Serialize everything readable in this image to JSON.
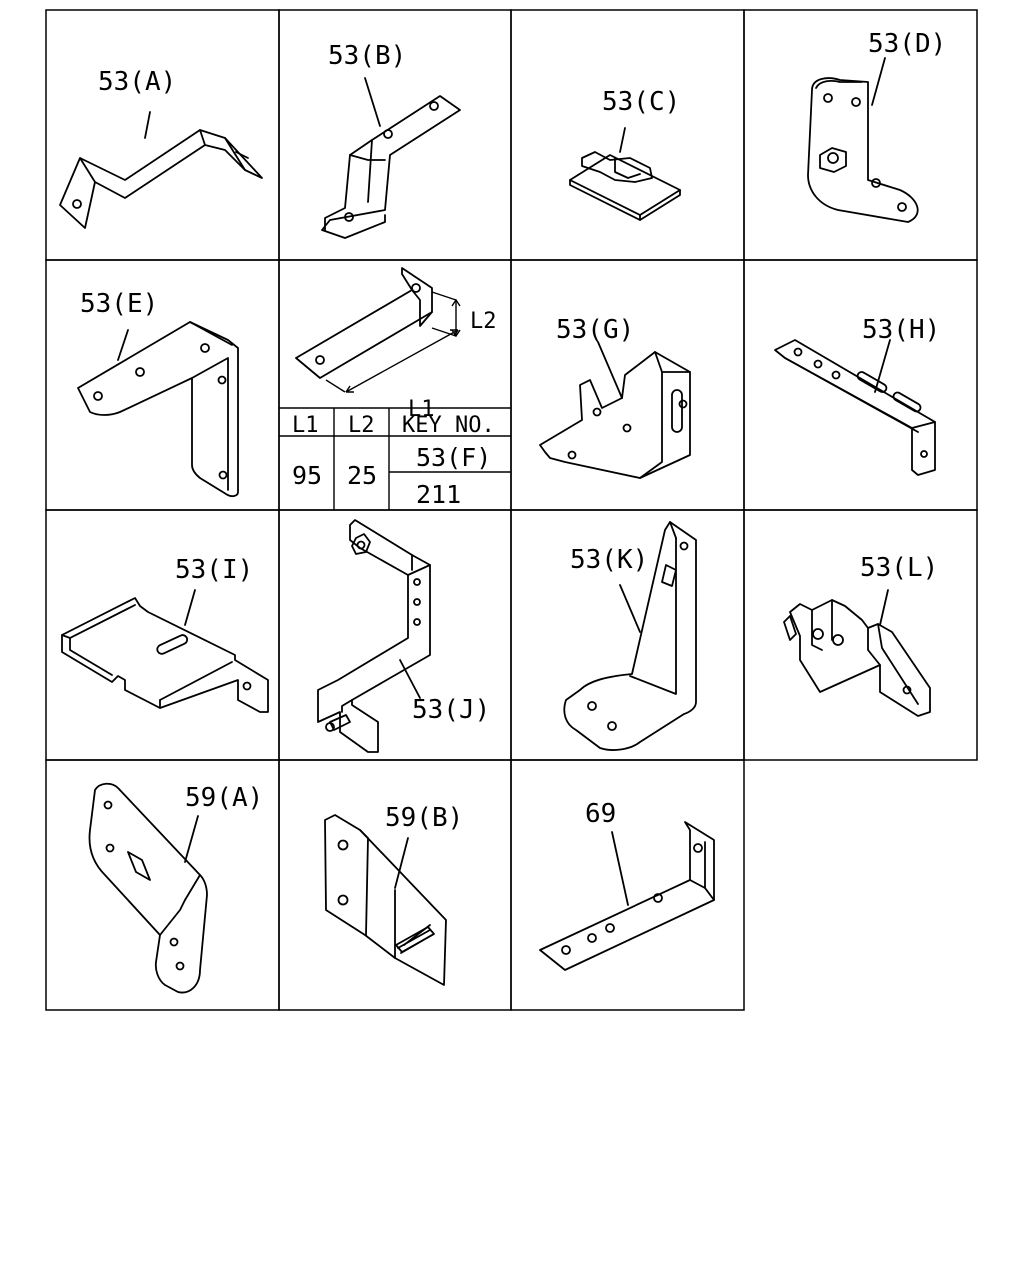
{
  "parts": {
    "a53": "53(A)",
    "b53": "53(B)",
    "c53": "53(C)",
    "d53": "53(D)",
    "e53": "53(E)",
    "g53": "53(G)",
    "h53": "53(H)",
    "i53": "53(I)",
    "j53": "53(J)",
    "k53": "53(K)",
    "l53": "53(L)",
    "a59": "59(A)",
    "b59": "59(B)",
    "p69": "69"
  },
  "dimension_table": {
    "dim_l1": "L1",
    "dim_l2": "L2",
    "headers": [
      "L1",
      "L2",
      "KEY NO."
    ],
    "l1_value": "95",
    "l2_value": "25",
    "key_numbers": [
      "53(F)",
      "211"
    ]
  }
}
